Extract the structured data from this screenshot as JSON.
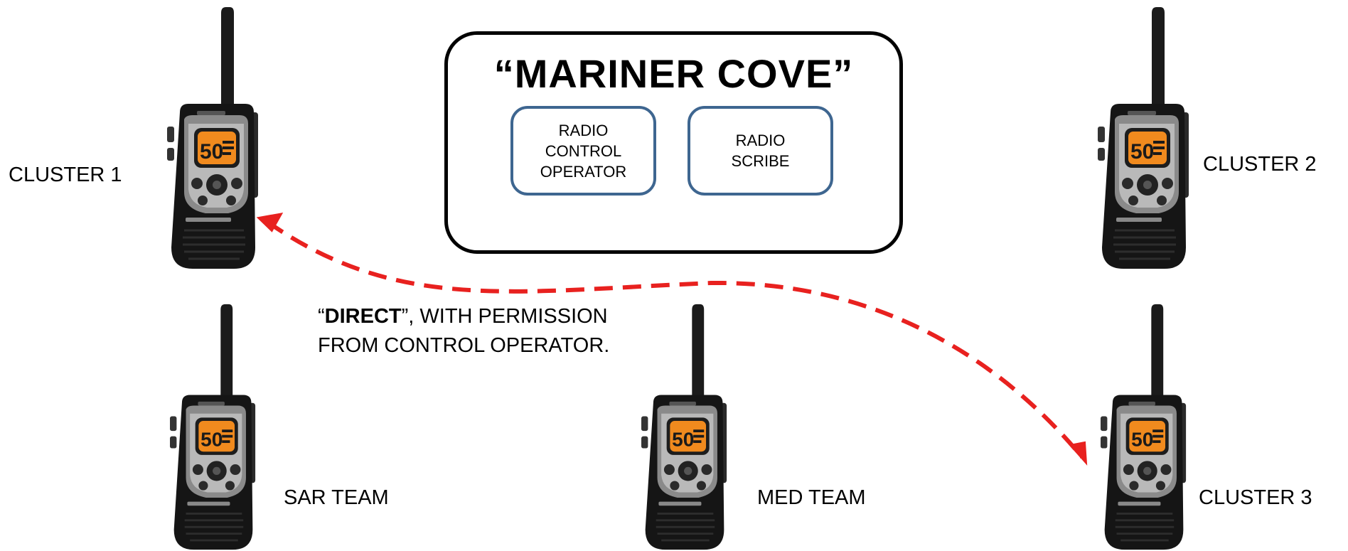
{
  "station": {
    "title": "“MARINER COVE”",
    "roles": [
      {
        "lines": [
          "RADIO",
          "CONTROL",
          "OPERATOR"
        ]
      },
      {
        "lines": [
          "RADIO",
          "SCRIBE"
        ]
      }
    ]
  },
  "labels": {
    "cluster1": "CLUSTER 1",
    "cluster2": "CLUSTER 2",
    "cluster3": "CLUSTER 3",
    "sar": "SAR TEAM",
    "med": "MED TEAM"
  },
  "note": {
    "open_quote": "“",
    "keyword": "DIRECT",
    "line1_rest": "”, WITH PERMISSION",
    "line2": "FROM CONTROL OPERATOR."
  },
  "colors": {
    "arrow": "#e8211f",
    "role_border": "#3e6690",
    "station_border": "#000000"
  },
  "icons": [
    "handheld-radio-icon"
  ]
}
